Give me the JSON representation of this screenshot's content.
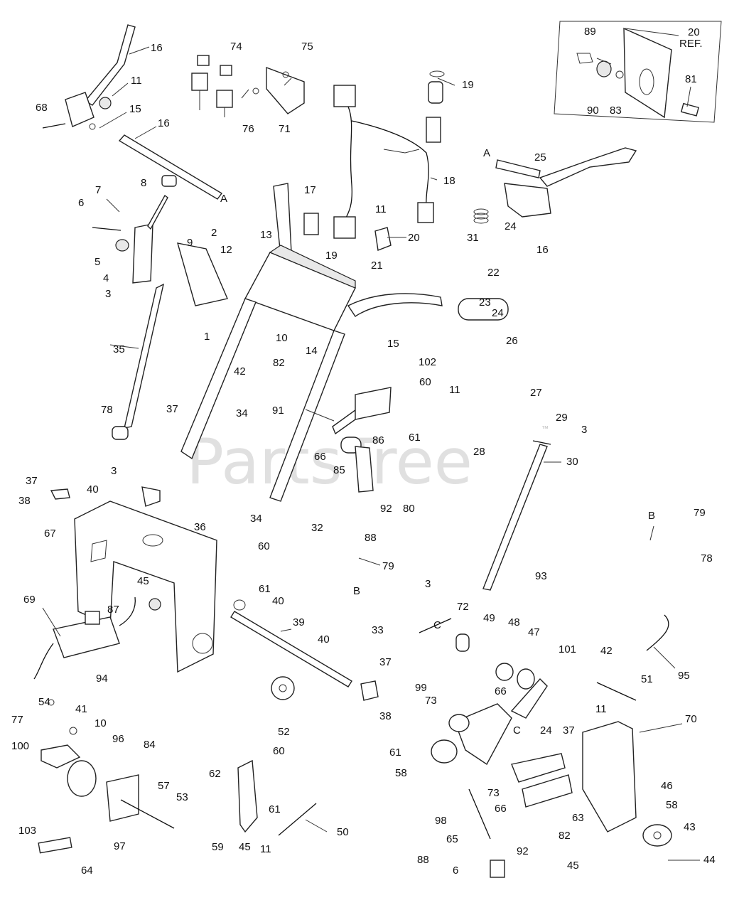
{
  "watermark": "PartsTree",
  "watermark_tm": "™",
  "ref_labels": {
    "A": "A",
    "B": "B",
    "C": "C",
    "ref": "REF."
  },
  "callouts": [
    {
      "id": "c1",
      "text": "16"
    },
    {
      "id": "c2",
      "text": "11"
    },
    {
      "id": "c3",
      "text": "68"
    },
    {
      "id": "c4",
      "text": "15"
    },
    {
      "id": "c5",
      "text": "16"
    },
    {
      "id": "c6",
      "text": "A"
    },
    {
      "id": "c7",
      "text": "8"
    },
    {
      "id": "c8",
      "text": "7"
    },
    {
      "id": "c9",
      "text": "6"
    },
    {
      "id": "c10",
      "text": "5"
    },
    {
      "id": "c11",
      "text": "4"
    },
    {
      "id": "c12",
      "text": "3"
    },
    {
      "id": "c13",
      "text": "9"
    },
    {
      "id": "c14",
      "text": "2"
    },
    {
      "id": "c15",
      "text": "12"
    },
    {
      "id": "c16",
      "text": "13"
    },
    {
      "id": "c17",
      "text": "17"
    },
    {
      "id": "c18",
      "text": "74"
    },
    {
      "id": "c19",
      "text": "75"
    },
    {
      "id": "c20",
      "text": "76"
    },
    {
      "id": "c21",
      "text": "71"
    },
    {
      "id": "c22",
      "text": "19"
    },
    {
      "id": "c23",
      "text": "18"
    },
    {
      "id": "c24",
      "text": "11"
    },
    {
      "id": "c25",
      "text": "20"
    },
    {
      "id": "c26",
      "text": "19"
    },
    {
      "id": "c27",
      "text": "21"
    },
    {
      "id": "c28",
      "text": "89"
    },
    {
      "id": "c29",
      "text": "20"
    },
    {
      "id": "c30",
      "text": "REF."
    },
    {
      "id": "c31",
      "text": "81"
    },
    {
      "id": "c32",
      "text": "90"
    },
    {
      "id": "c33",
      "text": "83"
    },
    {
      "id": "c34",
      "text": "A"
    },
    {
      "id": "c35",
      "text": "25"
    },
    {
      "id": "c36",
      "text": "31"
    },
    {
      "id": "c37",
      "text": "24"
    },
    {
      "id": "c38",
      "text": "16"
    },
    {
      "id": "c39",
      "text": "22"
    },
    {
      "id": "c40",
      "text": "23"
    },
    {
      "id": "c41",
      "text": "24"
    },
    {
      "id": "c42",
      "text": "26"
    },
    {
      "id": "c43",
      "text": "1"
    },
    {
      "id": "c44",
      "text": "10"
    },
    {
      "id": "c45",
      "text": "14"
    },
    {
      "id": "c46",
      "text": "15"
    },
    {
      "id": "c47",
      "text": "102"
    },
    {
      "id": "c48",
      "text": "35"
    },
    {
      "id": "c49",
      "text": "42"
    },
    {
      "id": "c50",
      "text": "82"
    },
    {
      "id": "c51",
      "text": "60"
    },
    {
      "id": "c52",
      "text": "11"
    },
    {
      "id": "c53",
      "text": "27"
    },
    {
      "id": "c54",
      "text": "29"
    },
    {
      "id": "c55",
      "text": "3"
    },
    {
      "id": "c56",
      "text": "28"
    },
    {
      "id": "c57",
      "text": "78"
    },
    {
      "id": "c58",
      "text": "37"
    },
    {
      "id": "c59",
      "text": "34"
    },
    {
      "id": "c60",
      "text": "91"
    },
    {
      "id": "c61",
      "text": "86"
    },
    {
      "id": "c62",
      "text": "61"
    },
    {
      "id": "c63",
      "text": "66"
    },
    {
      "id": "c64",
      "text": "85"
    },
    {
      "id": "c65",
      "text": "30"
    },
    {
      "id": "c66",
      "text": "3"
    },
    {
      "id": "c67",
      "text": "37"
    },
    {
      "id": "c68",
      "text": "40"
    },
    {
      "id": "c69",
      "text": "38"
    },
    {
      "id": "c70",
      "text": "36"
    },
    {
      "id": "c71",
      "text": "34"
    },
    {
      "id": "c72",
      "text": "32"
    },
    {
      "id": "c73",
      "text": "92"
    },
    {
      "id": "c74",
      "text": "80"
    },
    {
      "id": "c75",
      "text": "88"
    },
    {
      "id": "c76",
      "text": "67"
    },
    {
      "id": "c77",
      "text": "60"
    },
    {
      "id": "c78",
      "text": "79"
    },
    {
      "id": "c79",
      "text": "B"
    },
    {
      "id": "c80",
      "text": "B"
    },
    {
      "id": "c81",
      "text": "79"
    },
    {
      "id": "c82",
      "text": "93"
    },
    {
      "id": "c83",
      "text": "78"
    },
    {
      "id": "c84",
      "text": "45"
    },
    {
      "id": "c85",
      "text": "61"
    },
    {
      "id": "c86",
      "text": "40"
    },
    {
      "id": "c87",
      "text": "3"
    },
    {
      "id": "c88",
      "text": "69"
    },
    {
      "id": "c89",
      "text": "87"
    },
    {
      "id": "c90",
      "text": "39"
    },
    {
      "id": "c91",
      "text": "33"
    },
    {
      "id": "c92",
      "text": "C"
    },
    {
      "id": "c93",
      "text": "72"
    },
    {
      "id": "c94",
      "text": "49"
    },
    {
      "id": "c95",
      "text": "48"
    },
    {
      "id": "c96",
      "text": "47"
    },
    {
      "id": "c97",
      "text": "101"
    },
    {
      "id": "c98",
      "text": "94"
    },
    {
      "id": "c99",
      "text": "40"
    },
    {
      "id": "c100",
      "text": "37"
    },
    {
      "id": "c101",
      "text": "38"
    },
    {
      "id": "c102",
      "text": "99"
    },
    {
      "id": "c103",
      "text": "66"
    },
    {
      "id": "c104",
      "text": "42"
    },
    {
      "id": "c105",
      "text": "51"
    },
    {
      "id": "c106",
      "text": "95"
    },
    {
      "id": "c107",
      "text": "54"
    },
    {
      "id": "c108",
      "text": "77"
    },
    {
      "id": "c109",
      "text": "41"
    },
    {
      "id": "c110",
      "text": "10"
    },
    {
      "id": "c111",
      "text": "52"
    },
    {
      "id": "c112",
      "text": "73"
    },
    {
      "id": "c113",
      "text": "11"
    },
    {
      "id": "c114",
      "text": "70"
    },
    {
      "id": "c115",
      "text": "100"
    },
    {
      "id": "c116",
      "text": "96"
    },
    {
      "id": "c117",
      "text": "84"
    },
    {
      "id": "c118",
      "text": "60"
    },
    {
      "id": "c119",
      "text": "C"
    },
    {
      "id": "c120",
      "text": "24"
    },
    {
      "id": "c121",
      "text": "37"
    },
    {
      "id": "c122",
      "text": "62"
    },
    {
      "id": "c123",
      "text": "57"
    },
    {
      "id": "c124",
      "text": "53"
    },
    {
      "id": "c125",
      "text": "61"
    },
    {
      "id": "c126",
      "text": "58"
    },
    {
      "id": "c127",
      "text": "61"
    },
    {
      "id": "c128",
      "text": "73"
    },
    {
      "id": "c129",
      "text": "46"
    },
    {
      "id": "c130",
      "text": "63"
    },
    {
      "id": "c131",
      "text": "58"
    },
    {
      "id": "c132",
      "text": "98"
    },
    {
      "id": "c133",
      "text": "66"
    },
    {
      "id": "c134",
      "text": "82"
    },
    {
      "id": "c135",
      "text": "43"
    },
    {
      "id": "c136",
      "text": "103"
    },
    {
      "id": "c137",
      "text": "97"
    },
    {
      "id": "c138",
      "text": "59"
    },
    {
      "id": "c139",
      "text": "45"
    },
    {
      "id": "c140",
      "text": "50"
    },
    {
      "id": "c141",
      "text": "65"
    },
    {
      "id": "c142",
      "text": "11"
    },
    {
      "id": "c143",
      "text": "88"
    },
    {
      "id": "c144",
      "text": "6"
    },
    {
      "id": "c145",
      "text": "92"
    },
    {
      "id": "c146",
      "text": "45"
    },
    {
      "id": "c147",
      "text": "44"
    },
    {
      "id": "c148",
      "text": "64"
    }
  ]
}
